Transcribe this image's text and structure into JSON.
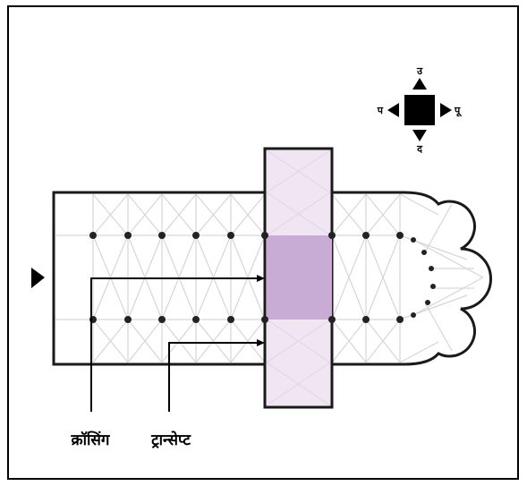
{
  "labels": {
    "crossing": "क्रॉसिंग",
    "transept": "ट्रान्सेप्ट"
  },
  "compass": {
    "north": "उ",
    "south": "द",
    "east": "पू",
    "west": "प"
  },
  "colors": {
    "transept_fill": "#efe6f2",
    "crossing_fill": "#c8acd6",
    "outline": "#1a1a1a",
    "vault_lines": "#d8d8d8",
    "pillar": "#222222"
  }
}
